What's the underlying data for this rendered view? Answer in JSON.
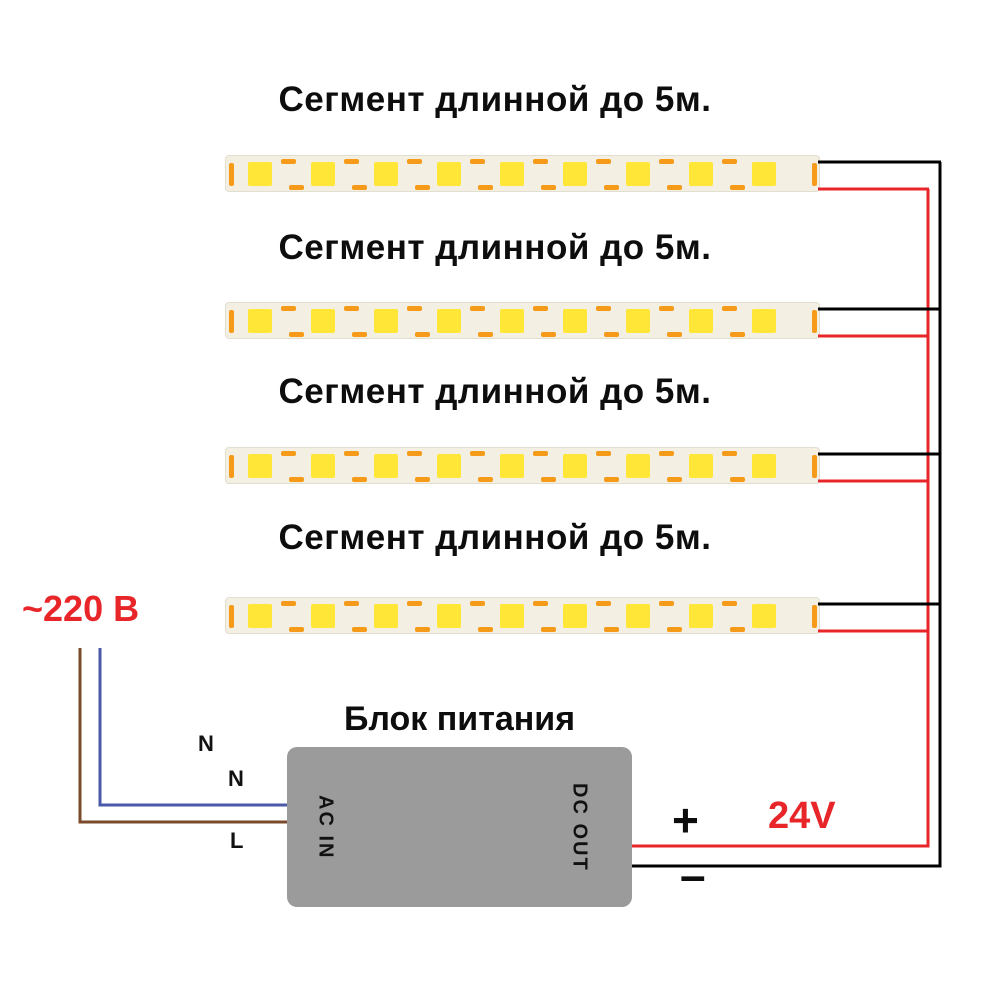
{
  "segments": [
    {
      "label": "Сегмент длинной до 5м."
    },
    {
      "label": "Сегмент длинной до 5м."
    },
    {
      "label": "Сегмент длинной до 5м."
    },
    {
      "label": "Сегмент длинной до 5м."
    }
  ],
  "psu": {
    "title": "Блок питания",
    "ac_in": "AC IN",
    "dc_out": "DC OUT"
  },
  "power": {
    "input_voltage": "~220 В",
    "output_voltage": "24V",
    "plus": "+",
    "minus": "–"
  },
  "wire_labels": {
    "n1": "N",
    "n2": "N",
    "l": "L"
  },
  "colors": {
    "wire_black": "#000000",
    "wire_red": "#e8262a",
    "wire_blue": "#4a5aa8",
    "wire_brown": "#7a4b2a",
    "psu_gray": "#9b9b9b",
    "text_red": "#e8262a"
  },
  "strip_pattern": {
    "led_count": 9,
    "led_color": "#ffe637",
    "pad_color": "#f59b19",
    "bg_color": "#f3efe2"
  }
}
